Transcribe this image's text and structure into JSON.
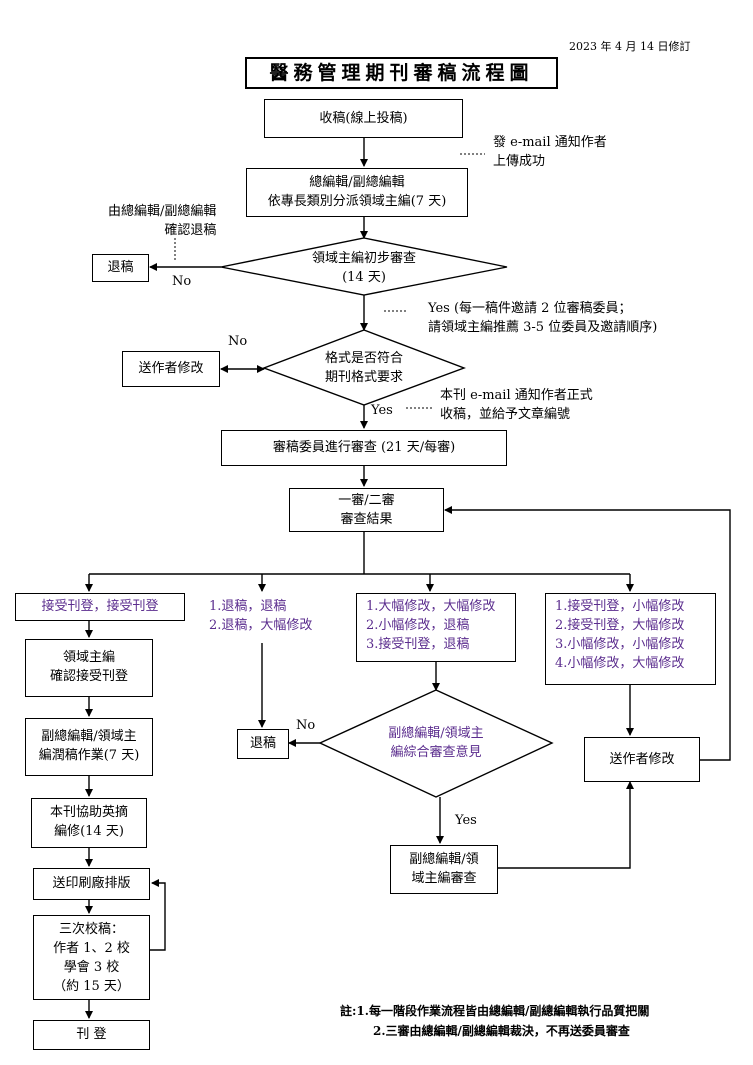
{
  "header": {
    "revision_date": "2023 年 4 月 14 日修訂",
    "title": "醫務管理期刊審稿流程圖"
  },
  "nodes": {
    "submit": "收稿(線上投稿)",
    "notify_upload": "發 e-mail 通知作者\n上傳成功",
    "assign": "總編輯/副總編輯\n依專長類別分派領域主編(7 天)",
    "chief_reject_note": "由總編輯/副總編輯\n確認退稿",
    "reject_1": "退稿",
    "initial_review": "領域主編初步審查\n(14 天)",
    "yes_invite": "Yes (每一稿件邀請 2 位審稿委員；\n請領域主編推薦 3-5 位委員及邀請順序)",
    "author_revise_1": "送作者修改",
    "format_check": "格式是否符合\n期刊格式要求",
    "notify_formal": "本刊 e-mail 通知作者正式\n收稿，並給予文章編號",
    "reviewers": "審稿委員進行審查 (21 天/每審)",
    "result": "一審/二審\n審查結果",
    "accept_group": "接受刊登，接受刊登",
    "reject_group": "1.退稿，退稿\n2.退稿，大幅修改",
    "major_group": "1.大幅修改，大幅修改\n2.小幅修改，退稿\n3.接受刊登，退稿",
    "minor_group": "1.接受刊登，小幅修改\n2.接受刊登，大幅修改\n3.小幅修改，小幅修改\n4.小幅修改，大幅修改",
    "editor_confirm": "領域主編\n確認接受刊登",
    "copyedit": "副總編輯/領域主\n編潤稿作業(7 天)",
    "english_abstract": "本刊協助英摘\n編修(14 天)",
    "print_layout": "送印刷廠排版",
    "proofread": "三次校稿：\n作者 1、2 校\n學會 3 校\n（約 15 天）",
    "publish": "刊 登",
    "reject_2": "退稿",
    "synthesize": "副總編輯/領域主\n編綜合審查意見",
    "author_revise_2": "送作者修改",
    "editor_review": "副總編輯/領\n域主編審查"
  },
  "labels": {
    "no_1": "No",
    "no_2": "No",
    "yes_format": "Yes",
    "no_3": "No",
    "yes_3": "Yes"
  },
  "footer": {
    "note_1": "註:1.每一階段作業流程皆由總編輯/副總編輯執行品質把關",
    "note_2": "2.三審由總編輯/副總編輯裁決，不再送委員審查"
  }
}
